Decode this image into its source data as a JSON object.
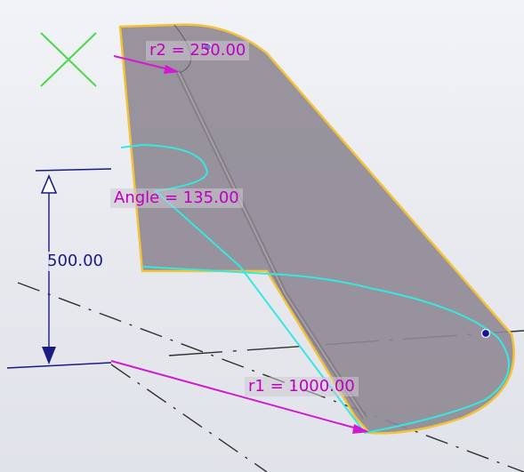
{
  "viewport": {
    "colors": {
      "face_fill": "#8e8894",
      "face_edge": "#f2c23a",
      "profile_curve": "#35e8e0",
      "dimension_pink": "#d21ad2",
      "dimension_blue": "#1b1b80",
      "handle_dot": "#1414a0",
      "origin_cross": "#4cd84c",
      "centerline": "#303030"
    },
    "dimensions": {
      "r2": "r2 = 250.00",
      "angle": "Angle = 135.00",
      "height": "500.00",
      "r1": "r1 = 1000.00"
    },
    "icons": [
      "origin-cross-icon",
      "handle-dot"
    ]
  }
}
